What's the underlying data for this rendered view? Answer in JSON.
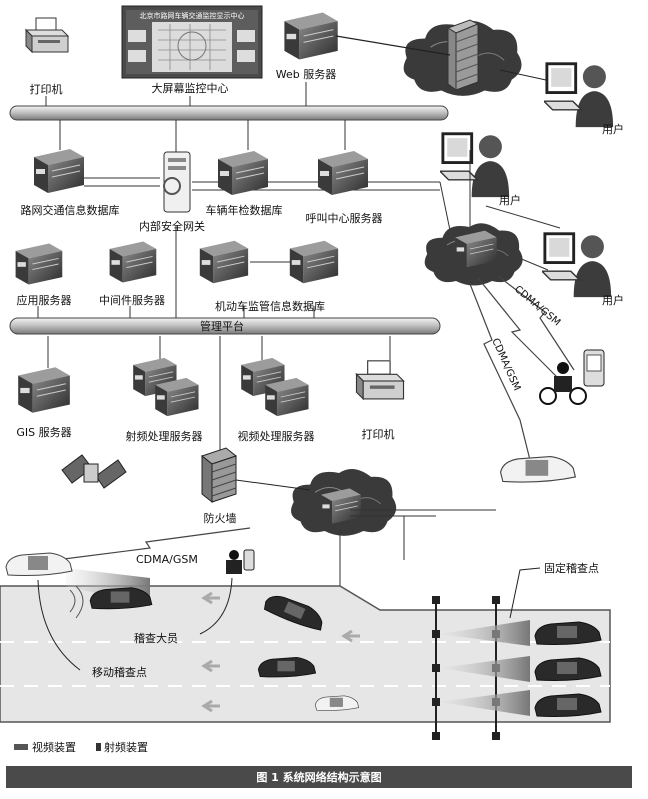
{
  "monitor_screen_text": "北京市路网车辆交通监控显示中心",
  "labels": {
    "printer_top": "打印机",
    "big_screen": "大屏幕监控中心",
    "web_server": "Web 服务器",
    "user_1": "用户",
    "user_2": "用户",
    "user_3": "用户",
    "road_traffic_db": "路网交通信息数据库",
    "internal_gateway": "内部安全网关",
    "vehicle_inspection_db": "车辆年检数据库",
    "call_center_server": "呼叫中心服务器",
    "app_server": "应用服务器",
    "middleware_server": "中间件服务器",
    "motor_vehicle_db": "机动车监管信息数据库",
    "mgmt_platform": "管理平台",
    "gis_server": "GIS 服务器",
    "rf_processing_server": "射频处理服务器",
    "video_processing_server": "视频处理服务器",
    "printer_bottom": "打印机",
    "firewall": "防火墙",
    "cdma_gsm_1": "CDMA/GSM",
    "cdma_gsm_2": "CDMA/GSM",
    "cdma_gsm_3": "CDMA/GSM",
    "fixed_checkpoint": "固定稽查点",
    "inspector": "稽查大员",
    "mobile_checkpoint": "移动稽查点",
    "legend_video": "视频装置",
    "legend_rf": "射频装置"
  },
  "caption": "图 1  系统网络结构示意图"
}
